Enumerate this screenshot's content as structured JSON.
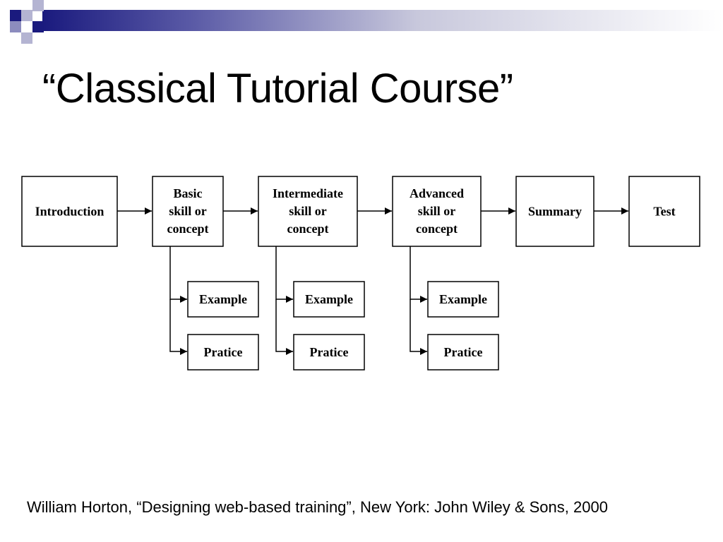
{
  "slide": {
    "title": "“Classical Tutorial Course”",
    "citation": "William Horton, “Designing web-based training”, New York: John Wiley & Sons, 2000"
  },
  "theme": {
    "dark": "#1a1a7e",
    "mid": "#5a5aa6",
    "light": "#b4b4d2"
  },
  "diagram": {
    "nodes": {
      "introduction": [
        "Introduction"
      ],
      "basic": [
        "Basic",
        "skill or",
        "concept"
      ],
      "intermediate": [
        "Intermediate",
        "skill or",
        "concept"
      ],
      "advanced": [
        "Advanced",
        "skill or",
        "concept"
      ],
      "summary": [
        "Summary"
      ],
      "test": [
        "Test"
      ],
      "basic_example": [
        "Example"
      ],
      "basic_practice": [
        "Pratice"
      ],
      "intermediate_example": [
        "Example"
      ],
      "intermediate_practice": [
        "Pratice"
      ],
      "advanced_example": [
        "Example"
      ],
      "advanced_practice": [
        "Pratice"
      ]
    },
    "edges": [
      [
        "introduction",
        "basic"
      ],
      [
        "basic",
        "intermediate"
      ],
      [
        "intermediate",
        "advanced"
      ],
      [
        "advanced",
        "summary"
      ],
      [
        "summary",
        "test"
      ],
      [
        "basic",
        "basic_example"
      ],
      [
        "basic",
        "basic_practice"
      ],
      [
        "intermediate",
        "intermediate_example"
      ],
      [
        "intermediate",
        "intermediate_practice"
      ],
      [
        "advanced",
        "advanced_example"
      ],
      [
        "advanced",
        "advanced_practice"
      ]
    ]
  }
}
